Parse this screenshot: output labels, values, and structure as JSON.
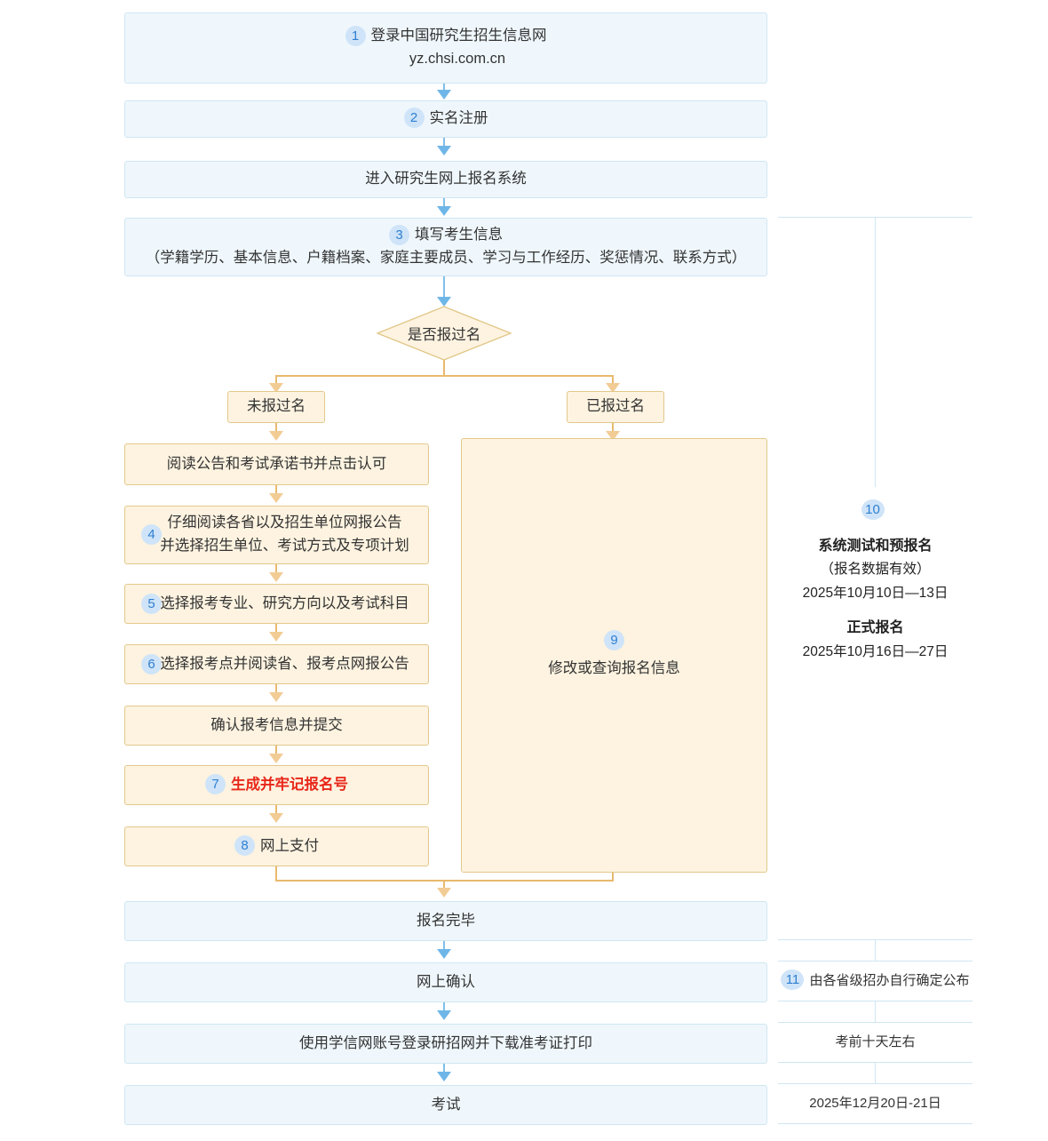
{
  "flow": {
    "step1": {
      "badge": "1",
      "line1": "登录中国研究生招生信息网",
      "line2": "yz.chsi.com.cn"
    },
    "step2": {
      "badge": "2",
      "label": "实名注册"
    },
    "enter_system": {
      "label": "进入研究生网上报名系统"
    },
    "step3": {
      "badge": "3",
      "line1": "填写考生信息",
      "line2": "（学籍学历、基本信息、户籍档案、家庭主要成员、学习与工作经历、奖惩情况、联系方式）"
    },
    "decision": {
      "label": "是否报过名"
    },
    "branch_left": {
      "label": "未报过名"
    },
    "branch_right": {
      "label": "已报过名"
    },
    "read_notice": {
      "label": "阅读公告和考试承诺书并点击认可"
    },
    "step4": {
      "badge": "4",
      "line1": "仔细阅读各省以及招生单位网报公告",
      "line2": "并选择招生单位、考试方式及专项计划"
    },
    "step5": {
      "badge": "5",
      "label": "选择报考专业、研究方向以及考试科目"
    },
    "step6": {
      "badge": "6",
      "label": "选择报考点并阅读省、报考点网报公告"
    },
    "confirm_submit": {
      "label": "确认报考信息并提交"
    },
    "step7": {
      "badge": "7",
      "label": "生成并牢记报名号"
    },
    "step8": {
      "badge": "8",
      "label": "网上支付"
    },
    "step9": {
      "badge": "9",
      "label": "修改或查询报名信息"
    },
    "done": {
      "label": "报名完毕"
    },
    "online_confirm": {
      "label": "网上确认"
    },
    "download_ticket": {
      "label": "使用学信网账号登录研招网并下载准考证打印"
    },
    "exam": {
      "label": "考试"
    }
  },
  "timeline": {
    "step10": {
      "badge": "10",
      "title1": "系统测试和预报名",
      "note": "（报名数据有效）",
      "date1": "2025年10月10日—13日",
      "title2": "正式报名",
      "date2": "2025年10月16日—27日"
    },
    "step11": {
      "badge": "11",
      "label": "由各省级招办自行确定公布"
    },
    "before_exam": {
      "label": "考前十天左右"
    },
    "exam_date": {
      "label": "2025年12月20日-21日"
    }
  },
  "colors": {
    "blue_fill": "#eff7fc",
    "blue_border": "#cfe6f2",
    "orange_fill": "#fdf3e0",
    "orange_border": "#e3c88b",
    "badge_fill": "#cfe4f8",
    "badge_text": "#2f7fd1",
    "arrow_blue": "#6fb6e8",
    "arrow_orange": "#f2cc95",
    "highlight_red": "#e8271a"
  }
}
